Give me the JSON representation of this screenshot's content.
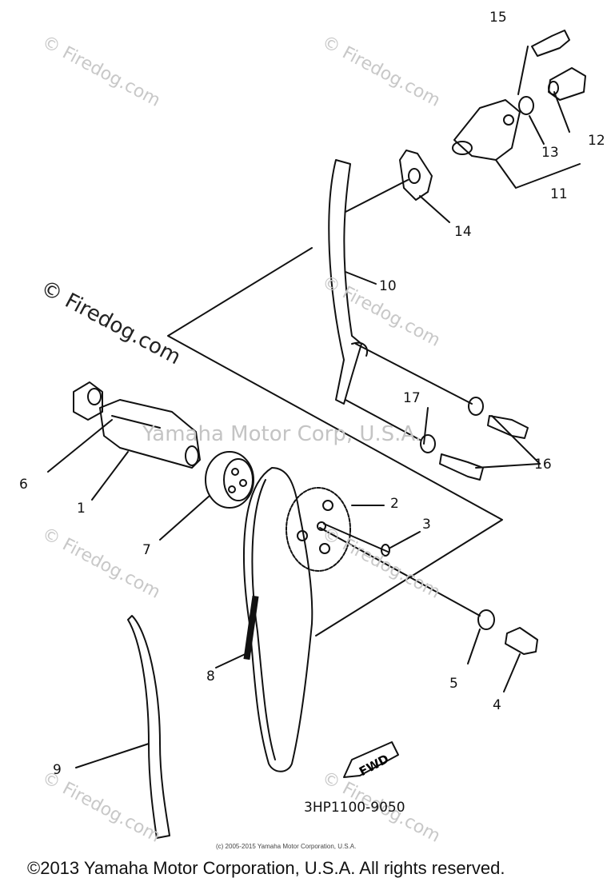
{
  "watermarks": {
    "firedog_small": "© Firedog.com",
    "firedog_large": "© Firedog.com",
    "center": "Yamaha Motor Corp, U.S.A."
  },
  "labels": {
    "p1": "1",
    "p2": "2",
    "p3": "3",
    "p4": "4",
    "p5": "5",
    "p6": "6",
    "p7": "7",
    "p8": "8",
    "p9": "9",
    "p10": "10",
    "p11": "11",
    "p12": "12",
    "p13": "13",
    "p14": "14",
    "p15": "15",
    "p16": "16",
    "p17": "17"
  },
  "fwd_tag": "FWD",
  "diagram_code": "3HP1100-9050",
  "small_copyright": "(c) 2005-2015 Yamaha Motor Corporation, U.S.A.",
  "main_copyright": "©2013 Yamaha Motor Corporation, U.S.A. All rights reserved."
}
